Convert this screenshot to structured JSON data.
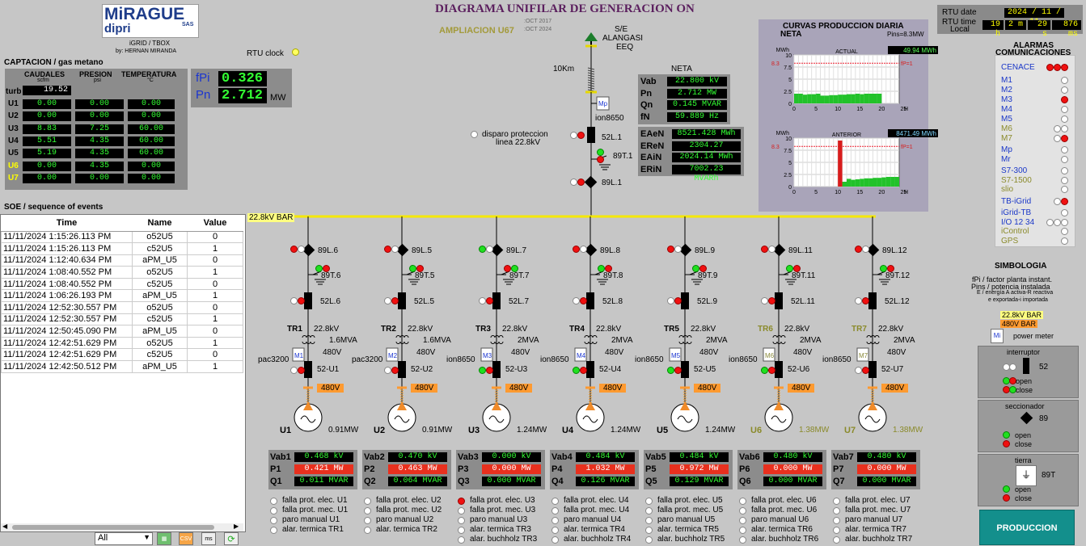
{
  "header": {
    "logo_main": "MiRAGUE",
    "logo_sub": "dipri",
    "logo_sas": "SAS",
    "logo_product": "iGRID / TBOX",
    "logo_author": "by: HERNAN MIRANDA",
    "title": "DIAGRAMA UNIFILAR DE GENERACION",
    "title_suffix": "ON",
    "date1": ":OCT 2017",
    "subtitle": "AMPLIACION U67",
    "date2": ":OCT 2024"
  },
  "rtu": {
    "date_label": "RTU date",
    "date_value": "2024 / 11 / 11",
    "time_label": "RTU time",
    "time_local": "Local",
    "h": "19 h",
    "m": "2 m",
    "s": "29 s",
    "ms": "876 ms",
    "clock_label": "RTU clock"
  },
  "captacion": {
    "title": "CAPTACION / gas metano",
    "col1": "CAUDALES",
    "col1_unit": "scfm",
    "col2": "PRESION",
    "col2_unit": "psi",
    "col3": "TEMPERATURA",
    "col3_unit": "°C",
    "turb_label": "turb",
    "turb_value": "19.52",
    "rows": [
      {
        "label": "U1",
        "q": "0.00",
        "p": "0.00",
        "t": "0.00"
      },
      {
        "label": "U2",
        "q": "0.00",
        "p": "0.00",
        "t": "0.00"
      },
      {
        "label": "U3",
        "q": "8.83",
        "p": "7.25",
        "t": "60.00"
      },
      {
        "label": "U4",
        "q": "5.51",
        "p": "4.35",
        "t": "60.00"
      },
      {
        "label": "U5",
        "q": "5.19",
        "p": "4.35",
        "t": "60.00"
      },
      {
        "label": "U6",
        "q": "0.00",
        "p": "4.35",
        "t": "0.00"
      },
      {
        "label": "U7",
        "q": "0.00",
        "p": "0.00",
        "t": "0.00"
      }
    ],
    "fpi_label": "fPi",
    "fpi_value": "0.326",
    "pn_label": "Pn",
    "pn_value": "2.712",
    "pn_unit": "MW"
  },
  "soe": {
    "title": "SOE / sequence of events",
    "headers": [
      "Time",
      "Name",
      "Value"
    ],
    "rows": [
      [
        "11/11/2024 1:15:26.113 PM",
        "o52U5",
        "0"
      ],
      [
        "11/11/2024 1:15:26.113 PM",
        "c52U5",
        "1"
      ],
      [
        "11/11/2024 1:12:40.634 PM",
        "aPM_U5",
        "0"
      ],
      [
        "11/11/2024 1:08:40.552 PM",
        "o52U5",
        "1"
      ],
      [
        "11/11/2024 1:08:40.552 PM",
        "c52U5",
        "0"
      ],
      [
        "11/11/2024 1:06:26.193 PM",
        "aPM_U5",
        "1"
      ],
      [
        "11/11/2024 12:52:30.557 PM",
        "o52U5",
        "0"
      ],
      [
        "11/11/2024 12:52:30.557 PM",
        "c52U5",
        "1"
      ],
      [
        "11/11/2024 12:50:45.090 PM",
        "aPM_U5",
        "0"
      ],
      [
        "11/11/2024 12:42:51.629 PM",
        "o52U5",
        "1"
      ],
      [
        "11/11/2024 12:42:51.629 PM",
        "c52U5",
        "0"
      ],
      [
        "11/11/2024 12:42:50.512 PM",
        "aPM_U5",
        "1"
      ]
    ],
    "filter_value": "All",
    "btn_csv": "CSV",
    "btn_ms": "ms"
  },
  "substation": {
    "name1": "S/E",
    "name2": "ALANGASI",
    "name3": "EEQ",
    "line_km": "10Km",
    "meter_label": "Mp",
    "meter_model": "ion8650",
    "breaker": "52L.1",
    "ground": "89T.1",
    "switch": "89L.1",
    "trip_label1": "disparo proteccion",
    "trip_label2": "linea 22.8kV",
    "bus_label": "22.8kV BAR"
  },
  "neta": {
    "title": "NETA",
    "rows": [
      {
        "label": "Vab",
        "value": "22.800 kV"
      },
      {
        "label": "Pn",
        "value": "2.712 MW"
      },
      {
        "label": "Qn",
        "value": "0.145 MVAR"
      },
      {
        "label": "fN",
        "value": "59.889 Hz"
      }
    ],
    "energy": [
      {
        "label": "EAeN",
        "value": "8521.428 MWh"
      },
      {
        "label": "EReN",
        "value": "2304.27 MVARh"
      },
      {
        "label": "EAiN",
        "value": "2024.14 MWh"
      },
      {
        "label": "ERiN",
        "value": "7002.23 MVARh"
      }
    ]
  },
  "curvas": {
    "title": "CURVAS PRODUCCION DIARIA",
    "subtitle": "NETA",
    "pins": "Pins=8.3MW",
    "ref_label": "8.3",
    "fp_label": "fP=1",
    "y_unit": "MWh",
    "x_unit": "H",
    "actual_label": "ACTUAL",
    "actual_value": "49.94 MWh",
    "anterior_label": "ANTERIOR",
    "anterior_value": "8471.49 MWh",
    "yticks": [
      "10",
      "7.5",
      "5",
      "2.5",
      "0"
    ],
    "xticks": [
      "0",
      "5",
      "10",
      "15",
      "20",
      "25"
    ]
  },
  "chart_data": [
    {
      "type": "bar",
      "title": "ACTUAL",
      "ylim": [
        0,
        10
      ],
      "x": [
        0,
        1,
        2,
        3,
        4,
        5,
        6,
        7,
        8,
        9,
        10,
        11,
        12,
        13,
        14,
        15,
        16,
        17,
        18,
        19,
        20,
        21,
        22,
        23
      ],
      "values": [
        2.0,
        2.0,
        1.8,
        1.9,
        1.9,
        2.0,
        1.6,
        1.6,
        1.7,
        1.7,
        1.8,
        1.8,
        1.9,
        1.9,
        2.0,
        1.9,
        2.0,
        2.0,
        2.0,
        2.0,
        0,
        0,
        0,
        0
      ]
    },
    {
      "type": "bar",
      "title": "ANTERIOR",
      "ylim": [
        0,
        10
      ],
      "x": [
        0,
        1,
        2,
        3,
        4,
        5,
        6,
        7,
        8,
        9,
        10,
        11,
        12,
        13,
        14,
        15,
        16,
        17,
        18,
        19,
        20,
        21,
        22,
        23
      ],
      "values": [
        0,
        0,
        0,
        0,
        0,
        0,
        0,
        0,
        0,
        0,
        0,
        1.0,
        1.6,
        1.4,
        1.5,
        1.6,
        1.7,
        1.7,
        1.8,
        1.8,
        1.9,
        2.0,
        2.0,
        2.0
      ],
      "highlight": {
        "x": 10,
        "value": 9.5
      }
    }
  ],
  "feeders": [
    {
      "tr": "TR1",
      "kv": "22.8kV",
      "mva": "1.6MVA",
      "lv": "480V",
      "meter": "M1",
      "model": "pac3200",
      "sw": "89L.6",
      "gnd": "89T.6",
      "brk": "52L.6",
      "gbrk": "52-U1",
      "bar": "480V",
      "unit": "U1",
      "mw": "0.91MW",
      "olive": false
    },
    {
      "tr": "TR2",
      "kv": "22.8kV",
      "mva": "1.6MVA",
      "lv": "480V",
      "meter": "M2",
      "model": "pac3200",
      "sw": "89L.5",
      "gnd": "89T.5",
      "brk": "52L.5",
      "gbrk": "52-U2",
      "bar": "480V",
      "unit": "U2",
      "mw": "0.91MW",
      "olive": false
    },
    {
      "tr": "TR3",
      "kv": "22.8kV",
      "mva": "2MVA",
      "lv": "480V",
      "meter": "M3",
      "model": "ion8650",
      "sw": "89L.7",
      "gnd": "89T.7",
      "brk": "52L.7",
      "gbrk": "52-U3",
      "bar": "480V",
      "unit": "U3",
      "mw": "1.24MW",
      "olive": false
    },
    {
      "tr": "TR4",
      "kv": "22.8kV",
      "mva": "2MVA",
      "lv": "480V",
      "meter": "M4",
      "model": "ion8650",
      "sw": "89L.8",
      "gnd": "89T.8",
      "brk": "52L.8",
      "gbrk": "52-U4",
      "bar": "480V",
      "unit": "U4",
      "mw": "1.24MW",
      "olive": false
    },
    {
      "tr": "TR5",
      "kv": "22.8kV",
      "mva": "2MVA",
      "lv": "480V",
      "meter": "M5",
      "model": "ion8650",
      "sw": "89L.9",
      "gnd": "89T.9",
      "brk": "52L.9",
      "gbrk": "52-U5",
      "bar": "480V",
      "unit": "U5",
      "mw": "1.24MW",
      "olive": false
    },
    {
      "tr": "TR6",
      "kv": "22.8kV",
      "mva": "2MVA",
      "lv": "480V",
      "meter": "M6",
      "model": "ion8650",
      "sw": "89L.11",
      "gnd": "89T.11",
      "brk": "52L.11",
      "gbrk": "52-U6",
      "bar": "480V",
      "unit": "U6",
      "mw": "1.38MW",
      "olive": true
    },
    {
      "tr": "TR7",
      "kv": "22.8kV",
      "mva": "2MVA",
      "lv": "480V",
      "meter": "M7",
      "model": "ion8650",
      "sw": "89L.12",
      "gnd": "89T.12",
      "brk": "52L.12",
      "gbrk": "52-U7",
      "bar": "480V",
      "unit": "U7",
      "mw": "1.38MW",
      "olive": true
    }
  ],
  "units": [
    {
      "vab_l": "Vab1",
      "vab": "0.468 kV",
      "p_l": "P1",
      "p": "0.421 MW",
      "q_l": "Q1",
      "q": "0.011 MVAR",
      "al": [
        "falla prot. elec. U1",
        "falla prot. mec. U1",
        "paro manual U1",
        "alar. termica TR1"
      ]
    },
    {
      "vab_l": "Vab2",
      "vab": "0.470 kV",
      "p_l": "P2",
      "p": "0.463 MW",
      "q_l": "Q2",
      "q": "0.064 MVAR",
      "al": [
        "falla prot. elec. U2",
        "falla prot. mec. U2",
        "paro manual U2",
        "alar. termica TR2"
      ]
    },
    {
      "vab_l": "Vab3",
      "vab": "0.000 kV",
      "p_l": "P3",
      "p": "0.000 MW",
      "q_l": "Q3",
      "q": "0.000 MVAR",
      "al": [
        "falla prot. elec. U3",
        "falla prot. mec. U3",
        "paro manual U3",
        "alar. termica TR3",
        "alar. buchholz TR3"
      ]
    },
    {
      "vab_l": "Vab4",
      "vab": "0.484 kV",
      "p_l": "P4",
      "p": "1.032 MW",
      "q_l": "Q4",
      "q": "0.126 MVAR",
      "al": [
        "falla prot. elec. U4",
        "falla prot. mec. U4",
        "paro manual U4",
        "alar. termica TR4",
        "alar. buchholz TR4"
      ]
    },
    {
      "vab_l": "Vab5",
      "vab": "0.484 kV",
      "p_l": "P5",
      "p": "0.972 MW",
      "q_l": "Q5",
      "q": "0.129 MVAR",
      "al": [
        "falla prot. elec. U5",
        "falla prot. mec. U5",
        "paro manual U5",
        "alar. termica TR5",
        "alar. buchholz TR5"
      ]
    },
    {
      "vab_l": "Vab6",
      "vab": "0.480 kV",
      "p_l": "P6",
      "p": "0.000 MW",
      "q_l": "Q6",
      "q": "0.000 MVAR",
      "al": [
        "falla prot. elec. U6",
        "falla prot. mec. U6",
        "paro manual U6",
        "alar. termica TR6",
        "alar. buchholz TR6"
      ]
    },
    {
      "vab_l": "Vab7",
      "vab": "0.480 kV",
      "p_l": "P7",
      "p": "0.000 MW",
      "q_l": "Q7",
      "q": "0.000 MVAR",
      "al": [
        "falla prot. elec. U7",
        "falla prot. mec. U7",
        "paro manual U7",
        "alar. termica TR7",
        "alar. buchholz TR7"
      ]
    }
  ],
  "alarmas": {
    "title1": "ALARMAS",
    "title2": "COMUNICACIONES",
    "items": [
      "CENACE",
      "M1",
      "M2",
      "M3",
      "M4",
      "M5",
      "M6",
      "M7",
      "Mp",
      "Mr",
      "S7-300",
      "S7-1500",
      "slio",
      "TB-iGrid",
      "iGrid-TB",
      "I/O 12 34",
      "iControl",
      "GPS"
    ]
  },
  "simbologia": {
    "title": "SIMBOLOGIA",
    "l1": "fPi / factor planta instant.",
    "l2": "Pins / potencia instalada",
    "l3": "E / energía A activa-R reactiva",
    "l4": "e exportada-i importada",
    "bar1": "22.8kV BAR",
    "bar2": "480V BAR",
    "meter_icon": "Mi",
    "meter_label": "power meter",
    "int_title": "interruptor",
    "int_code": "52",
    "sec_title": "seccionador",
    "sec_code": "89",
    "tierra_title": "tierra",
    "tierra_code": "89T",
    "open": "open",
    "close": "close",
    "produccion": "PRODUCCION"
  }
}
